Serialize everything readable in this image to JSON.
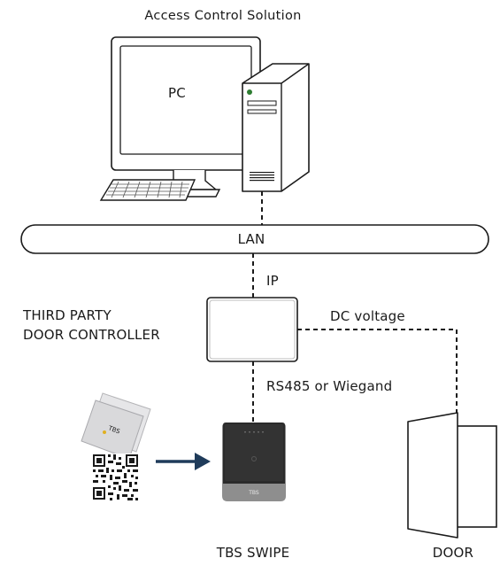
{
  "title": "Access Control Solution",
  "pc": {
    "label": "PC"
  },
  "network": {
    "label": "LAN"
  },
  "links": {
    "ip": "IP",
    "dc_voltage": "DC voltage",
    "bus": "RS485 or Wiegand"
  },
  "controller": {
    "line1": "THIRD PARTY",
    "line2": "DOOR CONTROLLER"
  },
  "reader": {
    "label": "TBS SWIPE",
    "brand_mark": "TBS"
  },
  "door": {
    "label": "DOOR"
  },
  "credentials": {
    "card_mark": "TBS"
  },
  "icons": [
    "monitor-icon",
    "tower-icon",
    "keyboard-icon",
    "card-icon",
    "qr-code-icon",
    "arrow-right-icon",
    "reader-device-icon",
    "door-icon"
  ],
  "colors": {
    "line": "#1a1a1a",
    "arrow": "#1f3b5a",
    "reader_body": "#2b2b2b",
    "reader_base": "#8e8e8e",
    "card": "#d9d9db"
  }
}
